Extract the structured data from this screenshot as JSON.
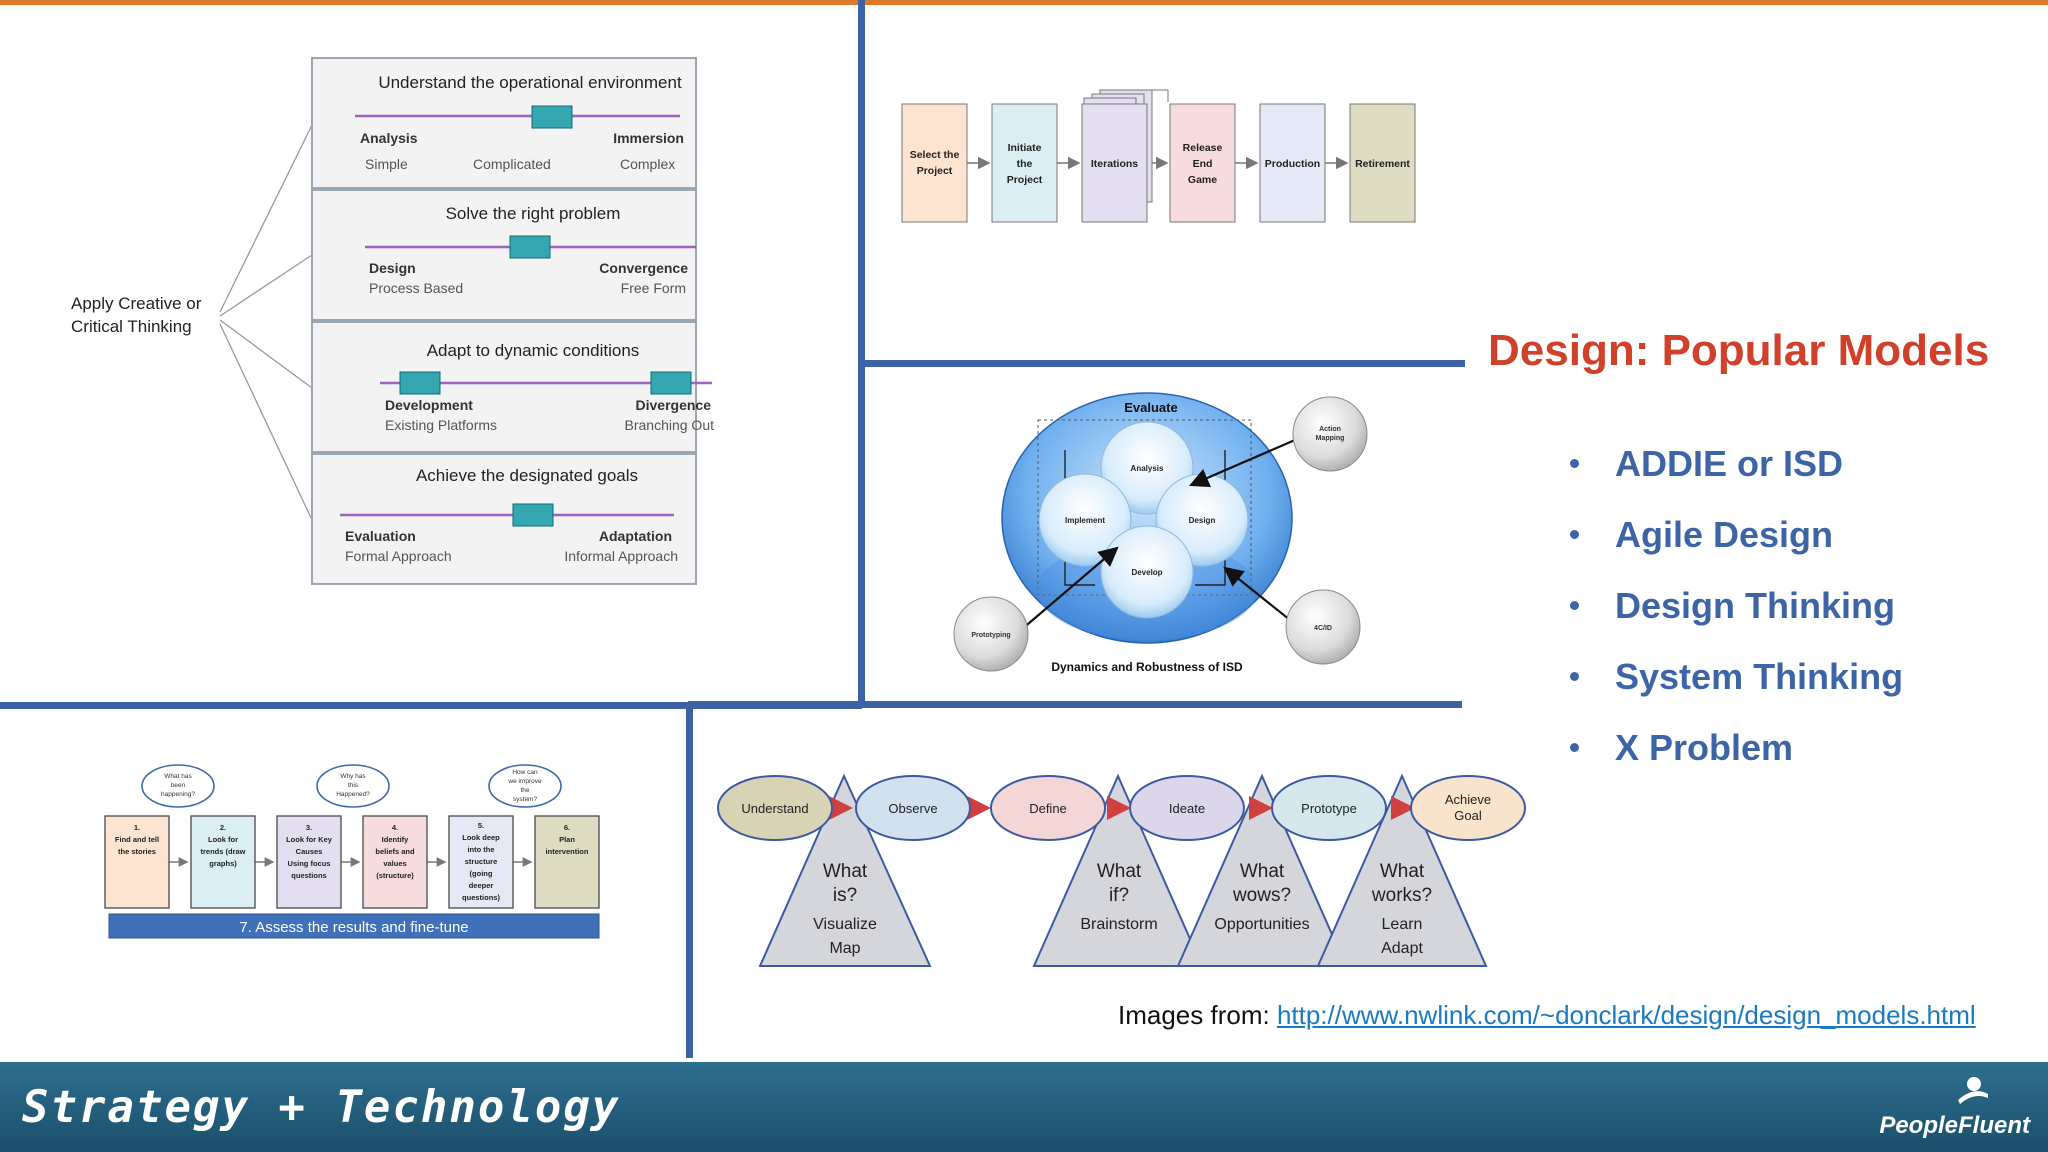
{
  "slide": {
    "title": "Design: Popular Models",
    "models": [
      "ADDIE or ISD",
      "Agile Design",
      "Design Thinking",
      "System Thinking",
      "X Problem"
    ],
    "credit_prefix": "Images from: ",
    "credit_link": "http://www.nwlink.com/~donclark/design/design_models.html"
  },
  "footer": {
    "brand": "Strategy + Technology",
    "logo": "PeopleFluent"
  },
  "creative_diagram": {
    "root_label_line1": "Apply Creative or",
    "root_label_line2": "Critical Thinking",
    "rows": [
      {
        "heading": "Understand the operational environment",
        "left_bold": "Analysis",
        "right_bold": "Immersion",
        "scale": [
          "Simple",
          "Complicated",
          "Complex"
        ]
      },
      {
        "heading": "Solve the right problem",
        "left_bold": "Design",
        "right_bold": "Convergence",
        "left_sub": "Process Based",
        "right_sub": "Free Form"
      },
      {
        "heading": "Adapt to dynamic conditions",
        "left_bold": "Development",
        "right_bold": "Divergence",
        "left_sub": "Existing Platforms",
        "right_sub": "Branching Out"
      },
      {
        "heading": "Achieve the designated goals",
        "left_bold": "Evaluation",
        "right_bold": "Adaptation",
        "left_sub": "Formal Approach",
        "right_sub": "Informal Approach"
      }
    ]
  },
  "agile_flow": {
    "boxes": [
      {
        "label": [
          "Select the",
          "Project"
        ],
        "color": "#fce4d0"
      },
      {
        "label": [
          "Initiate",
          "the",
          "Project"
        ],
        "color": "#dbeef4"
      },
      {
        "label": [
          "Iterations"
        ],
        "color": "#e4dff0"
      },
      {
        "label": [
          "Release",
          "End",
          "Game"
        ],
        "color": "#f6dcdc"
      },
      {
        "label": [
          "Production"
        ],
        "color": "#e5e9f5"
      },
      {
        "label": [
          "Retirement"
        ],
        "color": "#dedcc2"
      }
    ]
  },
  "isd_diagram": {
    "top_label": "Evaluate",
    "circles": [
      "Analysis",
      "Implement",
      "Design",
      "Develop"
    ],
    "satellites": [
      "Action Mapping",
      "Prototyping",
      "4C/ID"
    ],
    "caption": "Dynamics and Robustness of ISD"
  },
  "system_flow": {
    "bubbles": [
      [
        "What has",
        "been",
        "happening?"
      ],
      [
        "Why has",
        "this",
        "Happened?"
      ],
      [
        "How can",
        "we improve",
        "the",
        "system?"
      ]
    ],
    "steps": [
      {
        "label": [
          "1.",
          "Find and tell",
          "the stories"
        ],
        "color": "#fce4d0"
      },
      {
        "label": [
          "2.",
          "Look for",
          "trends (draw",
          "graphs)"
        ],
        "color": "#dbeef4"
      },
      {
        "label": [
          "3.",
          "Look for Key",
          "Causes",
          "Using focus",
          "questions"
        ],
        "color": "#e4dff0"
      },
      {
        "label": [
          "4.",
          "Identify",
          "beliefs and",
          "values",
          "(structure)"
        ],
        "color": "#f6dcdc"
      },
      {
        "label": [
          "5.",
          "Look deep",
          "into the",
          "structure",
          "(going",
          "deeper",
          "questions)"
        ],
        "color": "#e5e9f5"
      },
      {
        "label": [
          "6.",
          "Plan",
          "intervention"
        ],
        "color": "#dedcc2"
      }
    ],
    "bar_label": "7. Assess the results and fine-tune"
  },
  "design_thinking": {
    "ovals": [
      {
        "label": [
          "Understand"
        ],
        "color": "#d8d3b5"
      },
      {
        "label": [
          "Observe"
        ],
        "color": "#d2e1ee"
      },
      {
        "label": [
          "Define"
        ],
        "color": "#f4d6d6"
      },
      {
        "label": [
          "Ideate"
        ],
        "color": "#dcd6ea"
      },
      {
        "label": [
          "Prototype"
        ],
        "color": "#d4e8ec"
      },
      {
        "label": [
          "Achieve",
          "Goal"
        ],
        "color": "#f8e3cc"
      }
    ],
    "triangles": [
      {
        "question": [
          "What",
          "is?"
        ],
        "actions": [
          "Visualize",
          "Map"
        ]
      },
      {
        "question": [
          "What",
          "if?"
        ],
        "actions": [
          "Brainstorm"
        ]
      },
      {
        "question": [
          "What",
          "wows?"
        ],
        "actions": [
          "Opportunities"
        ]
      },
      {
        "question": [
          "What",
          "works?"
        ],
        "actions": [
          "Learn",
          "Adapt"
        ]
      }
    ]
  }
}
